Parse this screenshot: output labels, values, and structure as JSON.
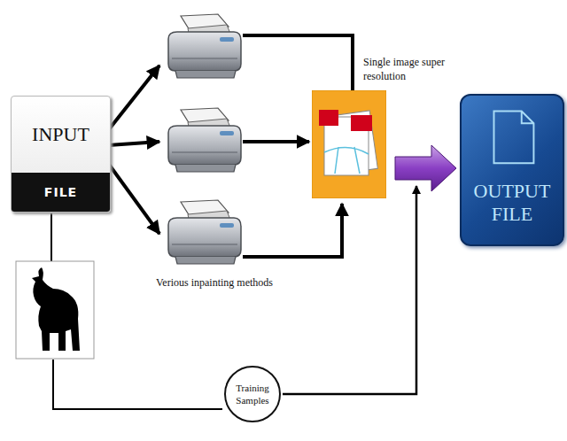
{
  "diagram": {
    "nodes": [
      {
        "text": [
          "INPUT",
          "FILE"
        ]
      },
      {
        "text": [
          "Single image super resolution"
        ]
      },
      {
        "text": [
          "OUTPUT FILE"
        ]
      },
      {
        "text": [
          "Training Samples"
        ]
      }
    ],
    "edges": [
      {
        "from": 1,
        "to": 2,
        "arrow": "to"
      }
    ],
    "labels": [
      "Verious inpainting methods"
    ]
  }
}
